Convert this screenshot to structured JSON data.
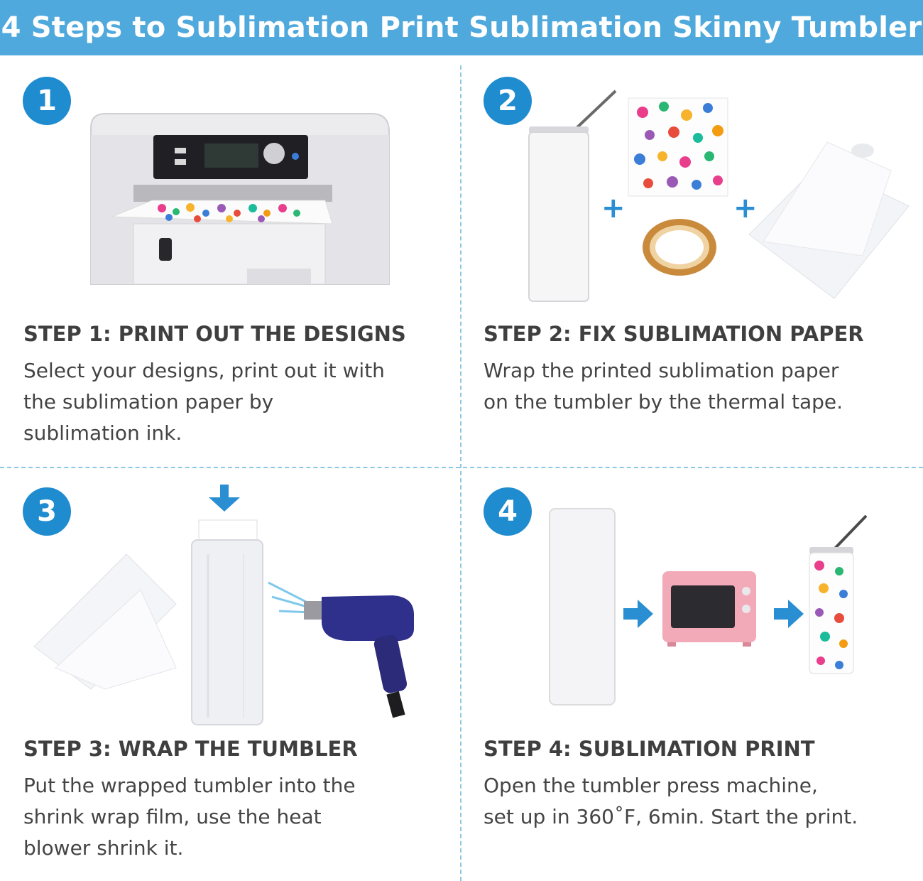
{
  "header": {
    "title": "4 Steps to Sublimation Print Sublimation Skinny Tumbler"
  },
  "colors": {
    "banner": "#4fa9dc",
    "badge": "#1f8cd0",
    "arrow": "#2a8fd2",
    "divider": "#8ec7e4"
  },
  "steps": [
    {
      "number": "1",
      "title": "STEP 1: PRINT OUT THE DESIGNS",
      "description": [
        "Select your designs, print out it with",
        "the sublimation paper by",
        "sublimation ink."
      ],
      "illustration": "printer-illustration"
    },
    {
      "number": "2",
      "title": "STEP 2: FIX SUBLIMATION PAPER",
      "description": [
        "Wrap the printed sublimation paper",
        "on the tumbler by the thermal tape."
      ],
      "illustration": "tumbler-paper-tape-illustration"
    },
    {
      "number": "3",
      "title": "STEP 3: WRAP THE TUMBLER",
      "description": [
        "Put the wrapped tumbler into the",
        "shrink wrap film, use the heat",
        "blower shrink it."
      ],
      "illustration": "shrink-wrap-heat-gun-illustration"
    },
    {
      "number": "4",
      "title": "STEP 4: SUBLIMATION PRINT",
      "description": [
        "Open the tumbler press machine,",
        "set up in 360˚F, 6min. Start the print."
      ],
      "illustration": "oven-finished-tumbler-illustration"
    }
  ]
}
